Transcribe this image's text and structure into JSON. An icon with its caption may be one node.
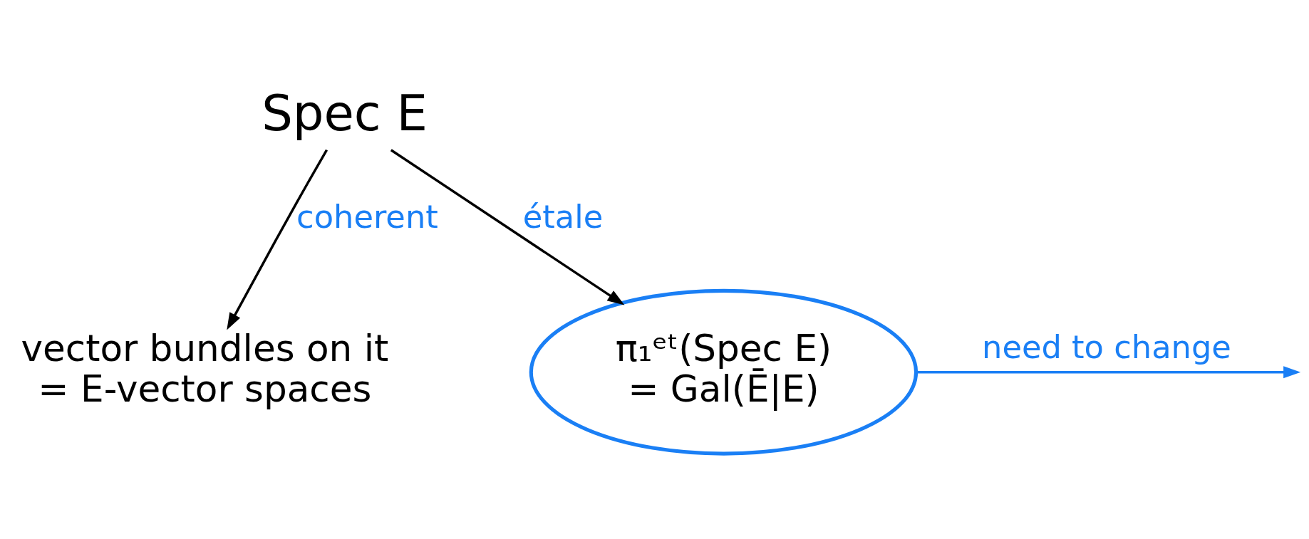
{
  "diagram": {
    "nodes": [
      {
        "text": [
          "Spec E"
        ]
      },
      {
        "text": [
          "vector bundles on it",
          "= E-vector spaces"
        ]
      },
      {
        "text": [
          "π₁ᵉᵗ(Spec E)",
          "= Gal(Ē|E)"
        ]
      }
    ],
    "edges": [
      {
        "from": 0,
        "to": 1,
        "arrow": "to",
        "label": "coherent"
      },
      {
        "from": 0,
        "to": 2,
        "arrow": "to",
        "label": "étale"
      },
      {
        "from": 2,
        "to": null,
        "arrow": "to",
        "label": "need to change",
        "color": "#1a7ff5"
      }
    ]
  }
}
